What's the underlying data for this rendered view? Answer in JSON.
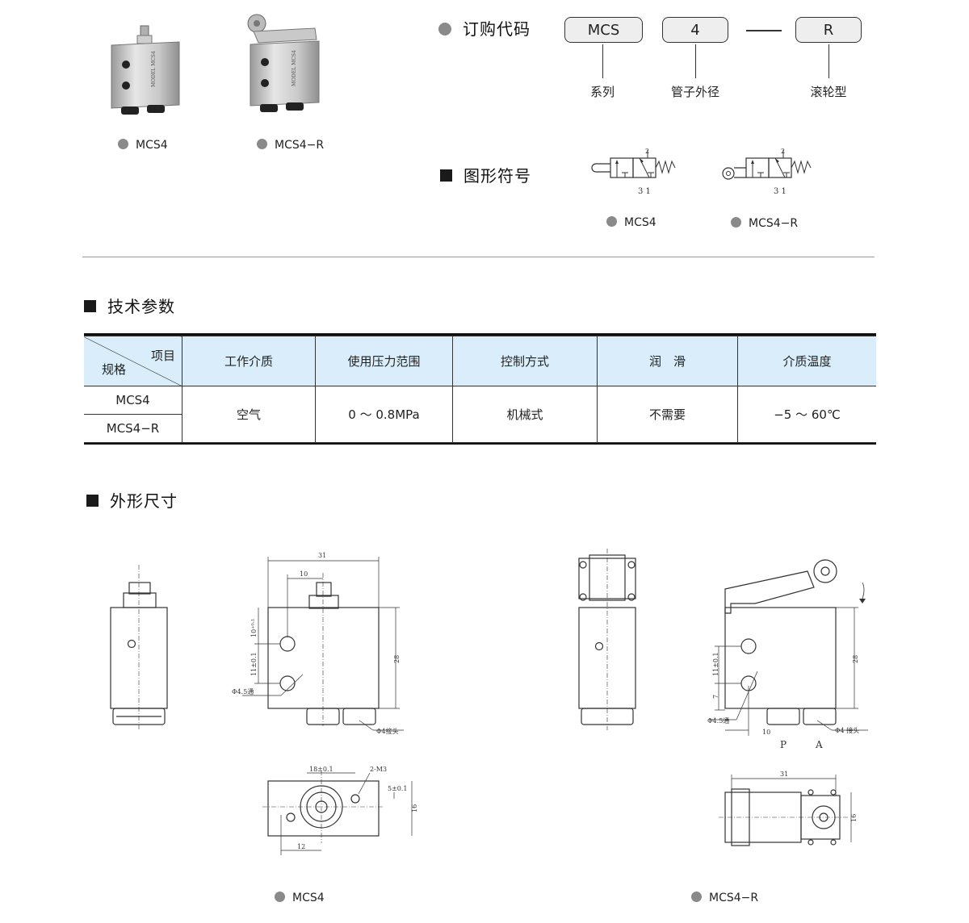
{
  "products": [
    {
      "caption": "MCS4"
    },
    {
      "caption": "MCS4−R"
    }
  ],
  "ordering": {
    "heading": "订购代码",
    "boxes": [
      "MCS",
      "4",
      "R"
    ],
    "labels": [
      "系列",
      "管子外径",
      "滚轮型"
    ]
  },
  "symbols": {
    "heading": "图形符号",
    "ports": "3 1",
    "port_top": "2",
    "captions": [
      "MCS4",
      "MCS4−R"
    ]
  },
  "spec": {
    "heading": "技术参数",
    "corner_top": "项目",
    "corner_bottom": "规格",
    "headers": [
      "工作介质",
      "使用压力范围",
      "控制方式",
      "润　滑",
      "介质温度"
    ],
    "models": [
      "MCS4",
      "MCS4−R"
    ],
    "values": [
      "空气",
      "0 ～ 0.8MPa",
      "机械式",
      "不需要",
      "−5 ～ 60℃"
    ]
  },
  "dimensions": {
    "heading": "外形尺寸",
    "captions": [
      "MCS4",
      "MCS4−R"
    ],
    "mcs4": {
      "w31": "31",
      "d10": "10",
      "d10tol": "10⁺⁰·¹",
      "d11": "11±0.1",
      "h28": "28",
      "hole": "Φ4.5通",
      "conn": "Φ4接头",
      "d18": "18±0.1",
      "m3": "2-M3",
      "d5": "5±0.1",
      "h16": "16",
      "d12": "12"
    },
    "mcs4r": {
      "d11": "11±0.1",
      "d7": "7",
      "h28": "28",
      "hole": "Φ4.5通",
      "d10": "10",
      "conn": "Φ4 接头",
      "p": "P",
      "a": "A",
      "w31": "31",
      "h16": "16"
    }
  }
}
